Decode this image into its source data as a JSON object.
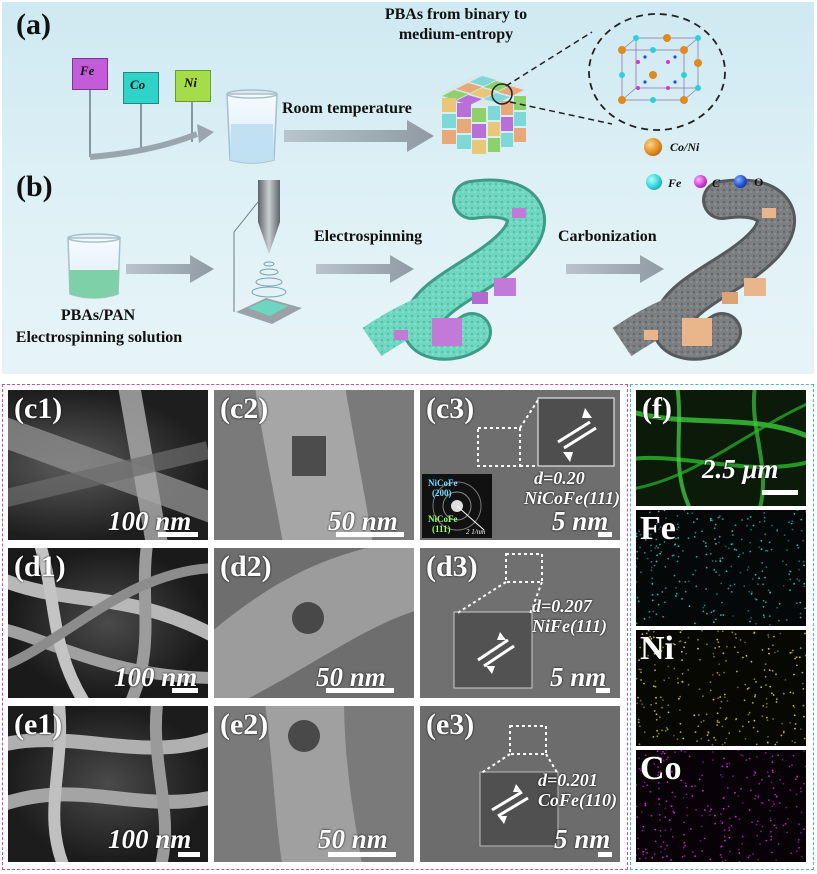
{
  "panel_a": {
    "tag": "(a)",
    "elements": [
      {
        "symbol": "Fe",
        "color": "#c45bd9"
      },
      {
        "symbol": "Co",
        "color": "#2fd3c8"
      },
      {
        "symbol": "Ni",
        "color": "#a6dc4a"
      }
    ],
    "step_label": "Room temperature",
    "title_line1": "PBAs from binary to",
    "title_line2": "medium-entropy",
    "legend": [
      {
        "label": "Co/Ni",
        "color": "#e08a1e"
      },
      {
        "label": "Fe",
        "color": "#2ad2d8"
      },
      {
        "label": "C",
        "color": "#d03ad0"
      },
      {
        "label": "O",
        "color": "#1f4fd0"
      }
    ]
  },
  "panel_b": {
    "tag": "(b)",
    "solution_line1": "PBAs/PAN",
    "solution_line2": "Electrospinning solution",
    "step1": "Electrospinning",
    "step2": "Carbonization"
  },
  "grid": {
    "rows": [
      {
        "tiles": [
          {
            "label": "(c1)",
            "scale": "100 nm"
          },
          {
            "label": "(c2)",
            "scale": "50 nm"
          },
          {
            "label": "(c3)",
            "scale": "5 nm",
            "d": "d=0.20",
            "plane": "NiCoFe(111)",
            "saed_top": "NiCoFe",
            "saed_top2": "(200)",
            "saed_bot": "NiCoFe",
            "saed_bot2": "(111)",
            "saed_scale": "2 1/nm"
          }
        ]
      },
      {
        "tiles": [
          {
            "label": "(d1)",
            "scale": "100 nm"
          },
          {
            "label": "(d2)",
            "scale": "50 nm"
          },
          {
            "label": "(d3)",
            "scale": "5 nm",
            "d": "d=0.207",
            "plane": "NiFe(111)"
          }
        ]
      },
      {
        "tiles": [
          {
            "label": "(e1)",
            "scale": "100 nm"
          },
          {
            "label": "(e2)",
            "scale": "50 nm"
          },
          {
            "label": "(e3)",
            "scale": "5 nm",
            "d": "d=0.201",
            "plane": "CoFe(110)"
          }
        ]
      }
    ]
  },
  "panel_f": {
    "label": "(f)",
    "scale": "2.5 μm",
    "maps": [
      {
        "element": "Fe",
        "color": "#2fd0d0"
      },
      {
        "element": "Ni",
        "color": "#d8d430"
      },
      {
        "element": "Co",
        "color": "#d82ad8"
      }
    ]
  }
}
